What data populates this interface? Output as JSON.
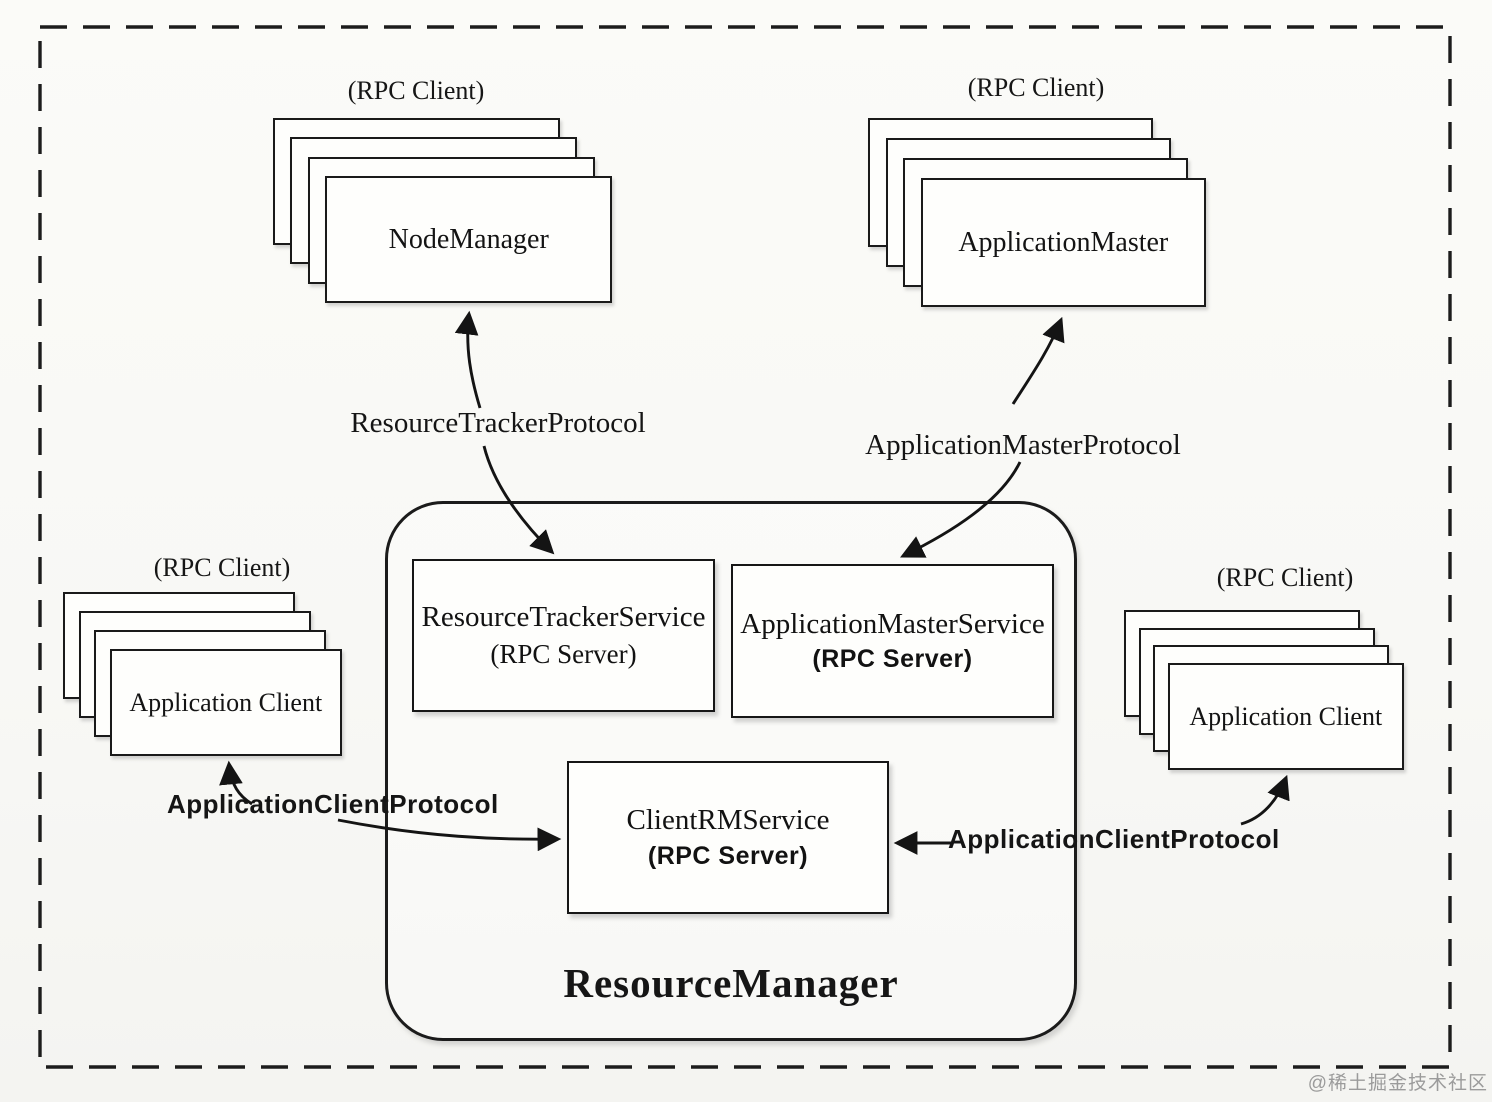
{
  "diagram": {
    "title_none": "",
    "resource_manager": {
      "label": "ResourceManager"
    },
    "stacks": {
      "node_manager": {
        "rpc": "(RPC Client)",
        "label": "NodeManager"
      },
      "application_master": {
        "rpc": "(RPC Client)",
        "label": "ApplicationMaster"
      },
      "app_client_left": {
        "rpc": "(RPC Client)",
        "label": "Application Client"
      },
      "app_client_right": {
        "rpc": "(RPC Client)",
        "label": "Application Client"
      }
    },
    "services": {
      "resource_tracker": {
        "name": "ResourceTrackerService",
        "role": "(RPC Server)"
      },
      "application_master": {
        "name": "ApplicationMasterService",
        "role": "(RPC Server)"
      },
      "client_rm": {
        "name": "ClientRMService",
        "role": "(RPC Server)"
      }
    },
    "protocols": {
      "resource_tracker": "ResourceTrackerProtocol",
      "application_master": "ApplicationMasterProtocol",
      "client_left": "ApplicationClientProtocol",
      "client_right": "ApplicationClientProtocol"
    },
    "watermark": "@稀土掘金技术社区",
    "colors": {
      "ink": "#1a1a1a",
      "paper": "#f9f9f6",
      "box_fill": "#fefefc",
      "watermark": "#9b9b9b"
    }
  }
}
